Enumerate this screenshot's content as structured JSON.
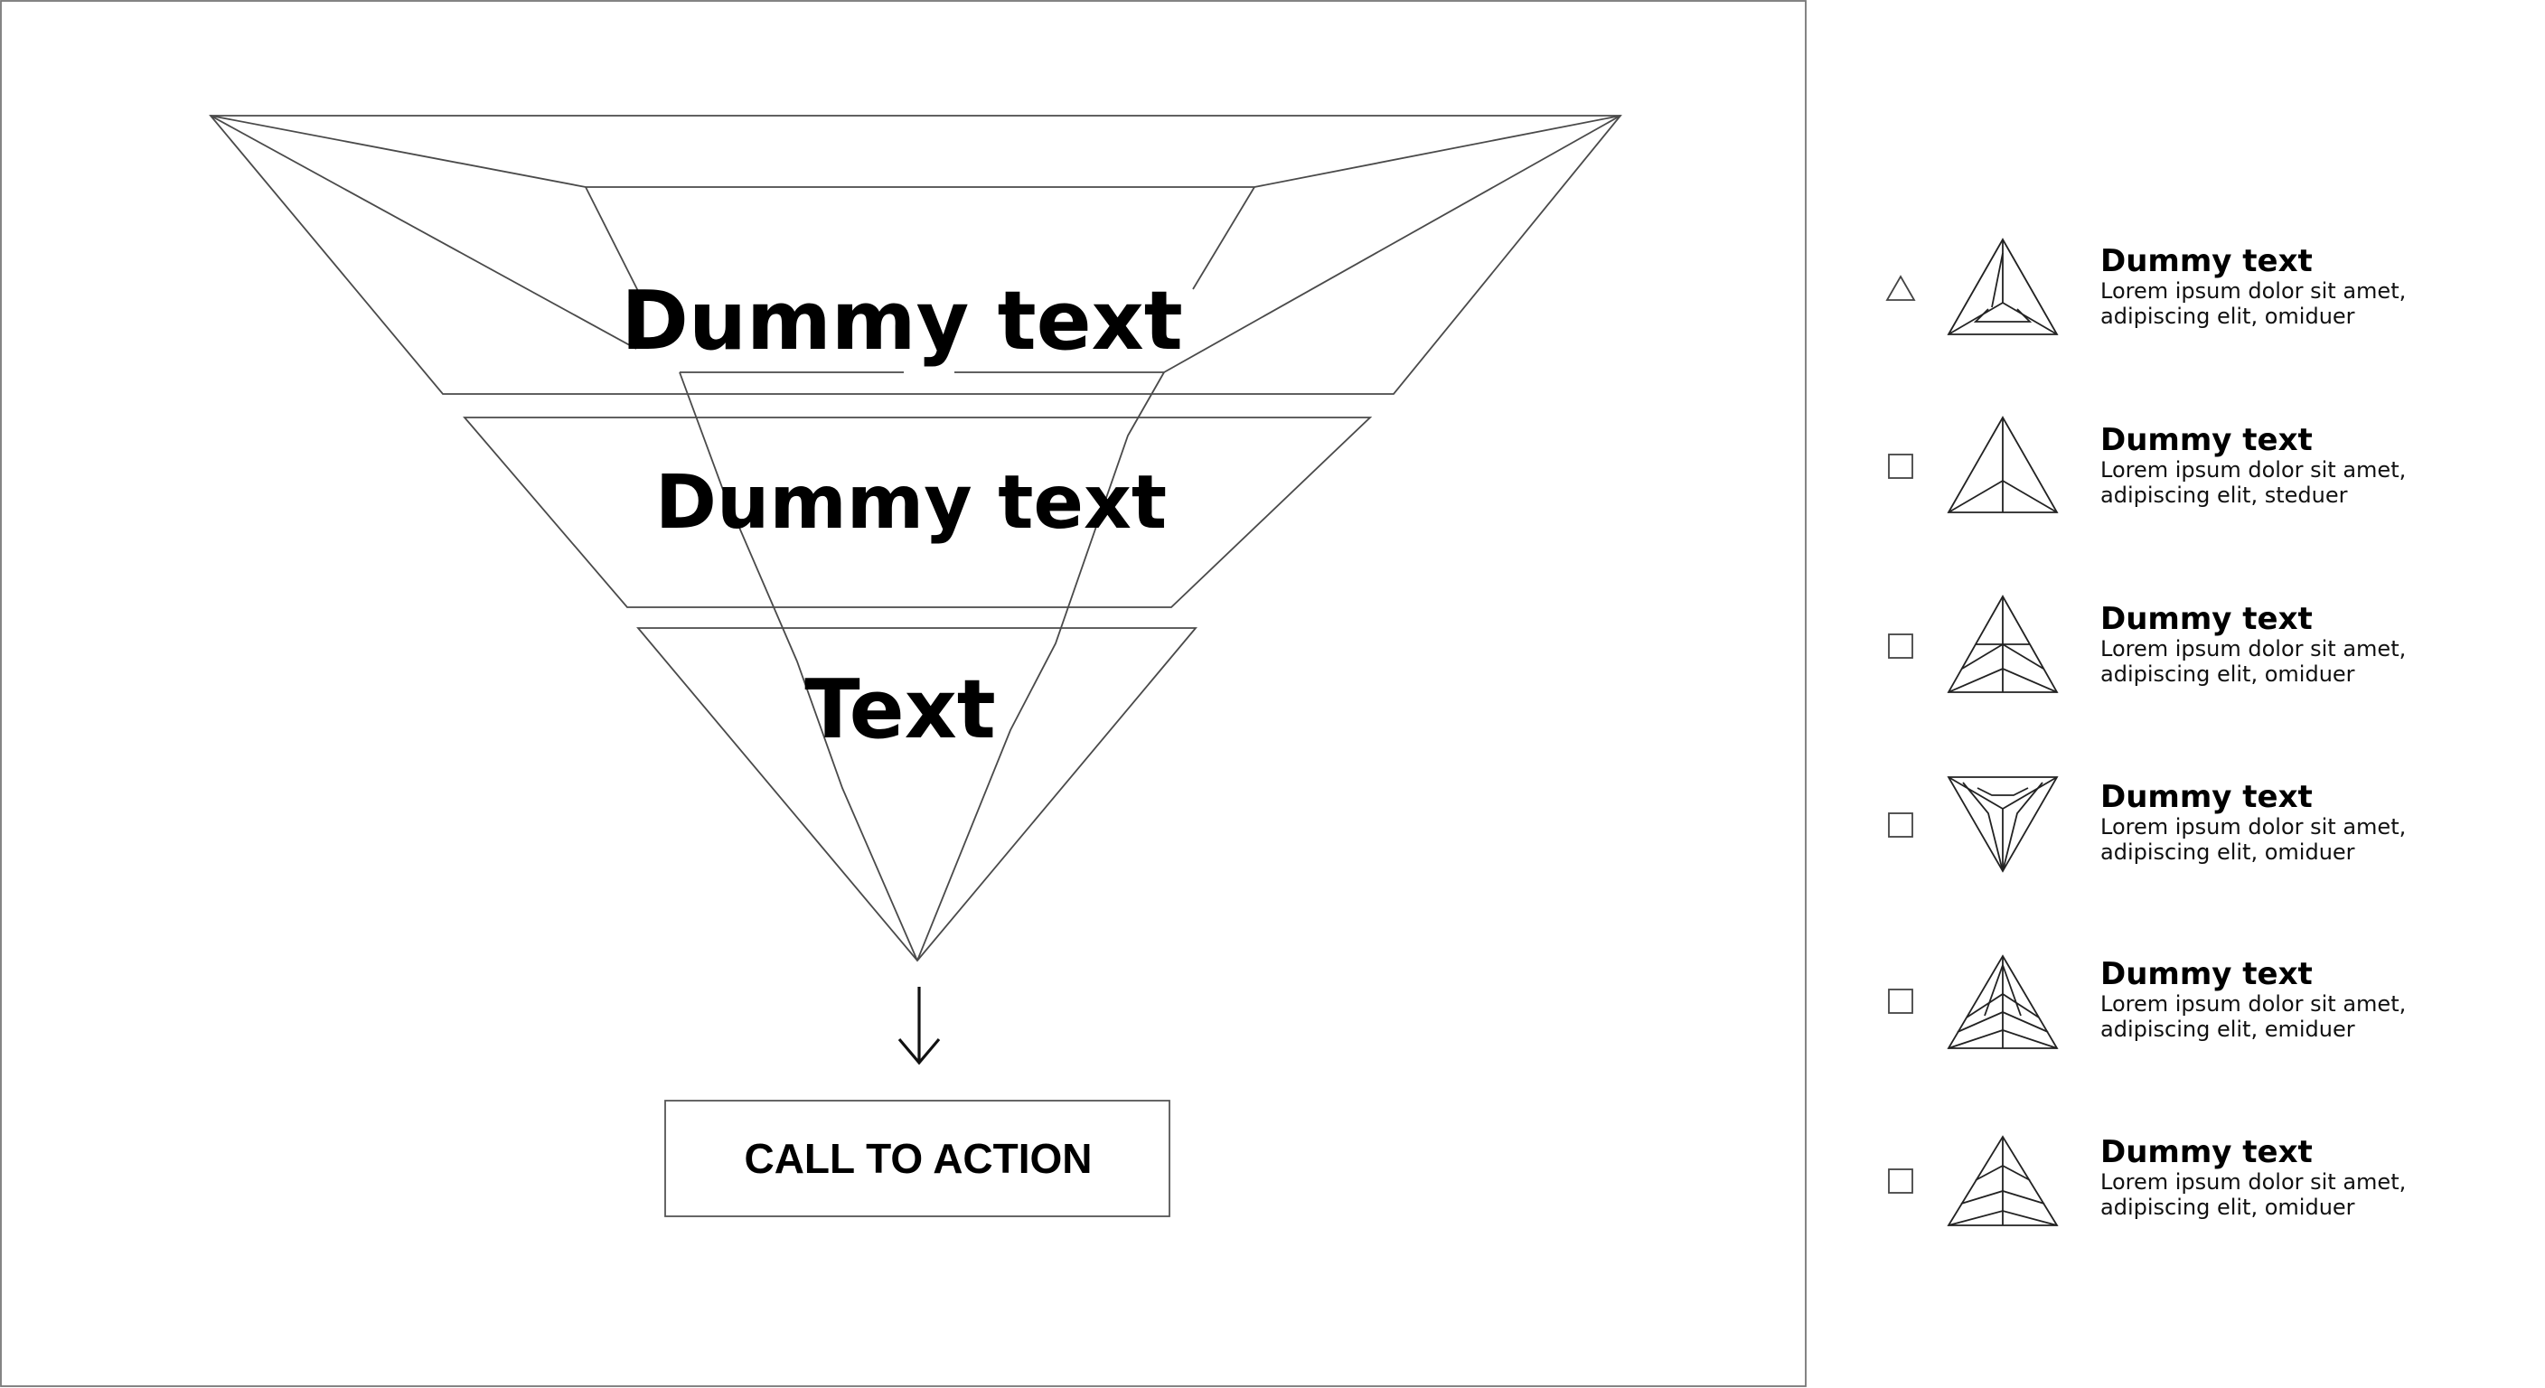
{
  "funnel": {
    "levels": [
      {
        "label": "Dummy text"
      },
      {
        "label": "Dummy text"
      },
      {
        "label": "Text"
      }
    ]
  },
  "cta": {
    "label": "CALL TO ACTION"
  },
  "list": {
    "items": [
      {
        "title": "Dummy text",
        "line1": "Lorem ipsum dolor sit amet,",
        "line2": "adipiscing elit, omiduer",
        "checkbox": "triangle",
        "icon": "pyramid-icon"
      },
      {
        "title": "Dummy text",
        "line1": "Lorem ipsum dolor sit amet,",
        "line2": "adipiscing elit, steduer",
        "checkbox": "square",
        "icon": "pyramid-icon"
      },
      {
        "title": "Dummy text",
        "line1": "Lorem ipsum dolor sit amet,",
        "line2": "adipiscing elit, omiduer",
        "checkbox": "square",
        "icon": "pyramid-icon"
      },
      {
        "title": "Dummy text",
        "line1": "Lorem ipsum dolor sit amet,",
        "line2": "adipiscing elit, omiduer",
        "checkbox": "square",
        "icon": "inverted-pyramid-icon"
      },
      {
        "title": "Dummy text",
        "line1": "Lorem ipsum dolor sit amet,",
        "line2": "adipiscing elit, emiduer",
        "checkbox": "square",
        "icon": "pyramid-icon"
      },
      {
        "title": "Dummy text",
        "line1": "Lorem ipsum dolor sit amet,",
        "line2": "adipiscing elit, omiduer",
        "checkbox": "square",
        "icon": "pyramid-icon"
      }
    ]
  }
}
